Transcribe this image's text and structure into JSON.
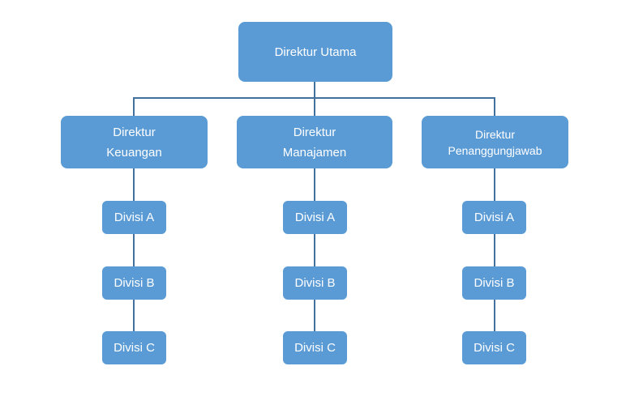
{
  "diagram": {
    "type": "organization-chart",
    "colors": {
      "node_fill": "#5B9BD5",
      "node_text": "#FFFFFF",
      "connector": "#41719C",
      "background": "#FFFFFF"
    },
    "root": {
      "label": "Direktur Utama"
    },
    "branches": [
      {
        "line1": "Direktur",
        "line2": "Keuangan",
        "children": [
          "Divisi A",
          "Divisi B",
          "Divisi C"
        ]
      },
      {
        "line1": "Direktur",
        "line2": "Manajamen",
        "children": [
          "Divisi A",
          "Divisi B",
          "Divisi C"
        ]
      },
      {
        "line1": "Direktur",
        "line2": "Penanggungjawab",
        "children": [
          "Divisi A",
          "Divisi B",
          "Divisi C"
        ]
      }
    ]
  }
}
